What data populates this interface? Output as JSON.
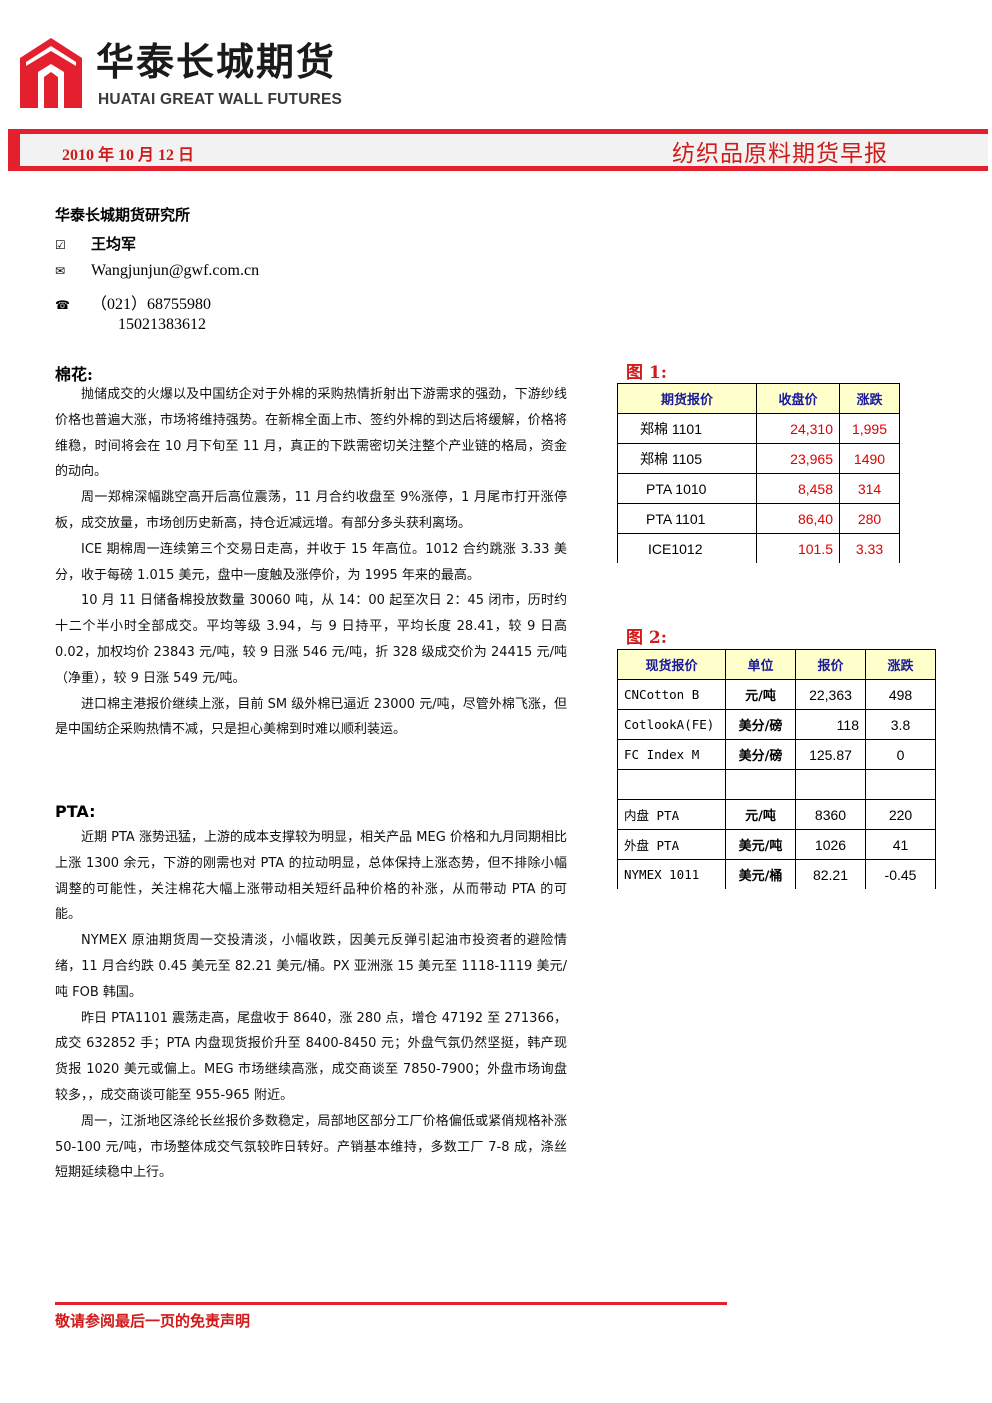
{
  "header": {
    "brand_cn": "华泰长城期货",
    "brand_en": "HUATAI GREAT WALL FUTURES",
    "date": "2010 年 10 月 12 日",
    "report_title": "纺织品原料期货早报",
    "brand_color": "#e4202e"
  },
  "author": {
    "institute": "华泰长城期货研究所",
    "name": "王均军",
    "email": "Wangjunjun@gwf.com.cn",
    "phone": "（021）68755980",
    "mobile": "15021383612",
    "icons": [
      "pen-icon",
      "envelope-icon",
      "phone-icon"
    ]
  },
  "cotton": {
    "heading": "棉花:",
    "paragraphs": [
      "抛储成交的火爆以及中国纺企对于外棉的采购热情折射出下游需求的强劲，下游纱线价格也普遍大涨，市场将维持强势。在新棉全面上市、签约外棉的到达后将缓解，价格将维稳，时间将会在 10 月下旬至 11 月，真正的下跌需密切关注整个产业链的格局，资金的动向。",
      "周一郑棉深幅跳空高开后高位震荡，11 月合约收盘至 9%涨停，1 月尾市打开涨停板，成交放量，市场创历史新高，持仓近减远增。有部分多头获利离场。",
      "ICE 期棉周一连续第三个交易日走高，并收于 15 年高位。1012 合约跳涨 3.33 美分，收于每磅 1.015 美元，盘中一度触及涨停价，为 1995 年来的最高。",
      "10 月 11 日储备棉投放数量 30060 吨，从 14：00 起至次日 2：45 闭市，历时约十二个半小时全部成交。平均等级 3.94，与 9 日持平，平均长度 28.41，较 9 日高 0.02，加权均价 23843 元/吨，较 9 日涨 546 元/吨，折 328 级成交价为 24415 元/吨（净重），较 9 日涨 549 元/吨。",
      "进口棉主港报价继续上涨，目前 SM 级外棉已逼近 23000 元/吨，尽管外棉飞涨，但是中国纺企采购热情不减，只是担心美棉到时难以顺利装运。"
    ]
  },
  "pta": {
    "heading": "PTA:",
    "paragraphs": [
      "近期 PTA 涨势迅猛，上游的成本支撑较为明显，相关产品 MEG 价格和九月同期相比上涨 1300 余元，下游的刚需也对 PTA 的拉动明显，总体保持上涨态势，但不排除小幅调整的可能性，关注棉花大幅上涨带动相关短纤品种价格的补涨，从而带动 PTA 的可能。",
      "NYMEX 原油期货周一交投清淡，小幅收跌，因美元反弹引起油市投资者的避险情绪，11 月合约跌 0.45 美元至 82.21 美元/桶。PX 亚洲涨 15 美元至 1118-1119 美元/吨 FOB 韩国。",
      "昨日 PTA1101 震荡走高，尾盘收于 8640，涨 280 点，增仓 47192 至 271366，成交 632852 手；PTA 内盘现货报价升至 8400-8450 元；外盘气氛仍然坚挺，韩产现货报 1020 美元或偏上。MEG 市场继续高涨，成交商谈至 7850-7900；外盘市场询盘较多，，成交商谈可能至 955-965 附近。",
      "周一，江浙地区涤纶长丝报价多数稳定，局部地区部分工厂价格偏低或紧俏规格补涨 50-100 元/吨，市场整体成交气氛较昨日转好。产销基本维持，多数工厂 7-8 成，涤丝短期延续稳中上行。"
    ]
  },
  "figure1": {
    "label": "图 1:",
    "headers": [
      "期货报价",
      "收盘价",
      "涨跌"
    ],
    "rows": [
      {
        "name": "郑棉 1101",
        "close": "24,310",
        "change": "1,995"
      },
      {
        "name": "郑棉 1105",
        "close": "23,965",
        "change": "1490"
      },
      {
        "name": "PTA 1010",
        "close": "8,458",
        "change": "314"
      },
      {
        "name": "PTA 1101",
        "close": "86,40",
        "change": "280"
      },
      {
        "name": "ICE1012",
        "close": "101.5",
        "change": "3.33"
      }
    ]
  },
  "figure2": {
    "label": "图 2:",
    "headers": [
      "现货报价",
      "单位",
      "报价",
      "涨跌"
    ],
    "rows": [
      {
        "name": "CNCotton B",
        "unit": "元/吨",
        "price": "22,363",
        "change": "498"
      },
      {
        "name": "CotlookA(FE)",
        "unit": "美分/磅",
        "price": "118",
        "change": "3.8"
      },
      {
        "name": "FC Index M",
        "unit": "美分/磅",
        "price": "125.87",
        "change": "0"
      },
      {
        "name": "",
        "unit": "",
        "price": "",
        "change": ""
      },
      {
        "name": "内盘 PTA",
        "unit": "元/吨",
        "price": "8360",
        "change": "220"
      },
      {
        "name": "外盘 PTA",
        "unit": "美元/吨",
        "price": "1026",
        "change": "41"
      },
      {
        "name": "NYMEX 1011",
        "unit": "美元/桶",
        "price": "82.21",
        "change": "-0.45"
      }
    ]
  },
  "footer": {
    "disclaimer": "敬请参阅最后一页的免责声明"
  }
}
